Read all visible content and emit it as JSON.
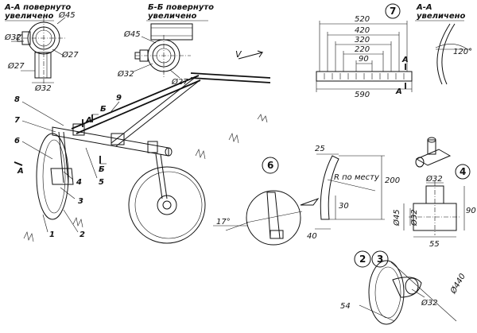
{
  "section_aa": {
    "title_line1": "А-А повернуто",
    "title_line2": "увеличено",
    "dims": [
      "Ø45",
      "Ø32",
      "Ø27",
      "Ø27",
      "Ø32"
    ]
  },
  "section_bb": {
    "title_line1": "Б-Б повернуто",
    "title_line2": "увеличено",
    "dims": [
      "Ø45",
      "Ø32",
      "Ø27"
    ]
  },
  "frame": {
    "direction_label": "V",
    "part_numbers": [
      "8",
      "9",
      "7",
      "6",
      "4",
      "3",
      "5",
      "2",
      "1"
    ],
    "section_marks": [
      "Б",
      "Б",
      "А",
      "А"
    ]
  },
  "detail_7": {
    "badge": "7",
    "dims": [
      "520",
      "420",
      "320",
      "220",
      "90",
      "590"
    ],
    "section_marks": [
      "А",
      "А"
    ],
    "section_view_line1": "А-А",
    "section_view_line2": "увеличено",
    "angle": "120°"
  },
  "detail_6": {
    "badge": "6",
    "dims": [
      "25",
      "200",
      "30",
      "40",
      "17°"
    ],
    "radius_label": "R по месту"
  },
  "detail_4": {
    "badge": "4",
    "dims": [
      "Ø32",
      "Ø45",
      "Ø32",
      "90",
      "55"
    ]
  },
  "detail_23": {
    "badges": [
      "2",
      "3"
    ],
    "dims": [
      "54",
      "Ø32",
      "Ø440"
    ]
  }
}
